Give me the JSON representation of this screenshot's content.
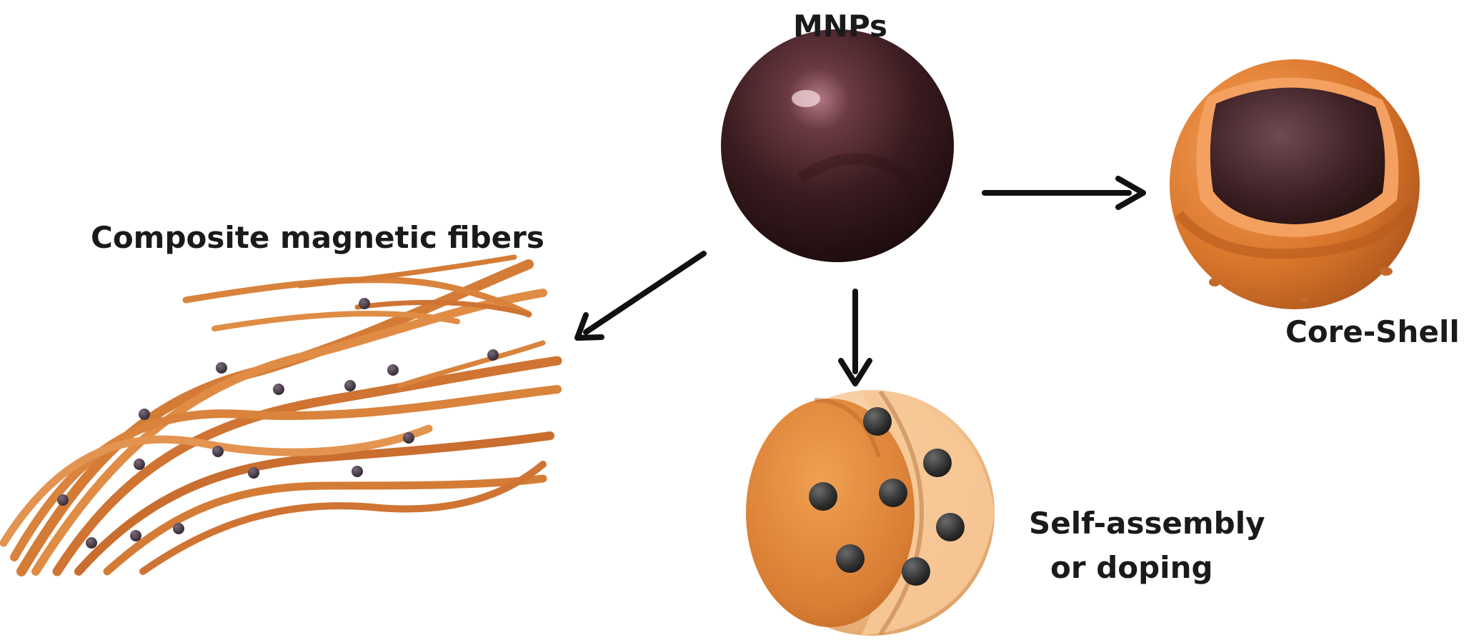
{
  "labels": {
    "center": "MNPs",
    "fibers": "Composite magnetic fibers",
    "core_shell": "Core-Shell",
    "self_assembly_line1": "Self-assembly",
    "self_assembly_line2": "or doping"
  },
  "colors": {
    "nanoparticle_dark": "#2a1416",
    "nanoparticle_highlight": "#a9707a",
    "copper_orange": "#d9853f",
    "copper_light": "#f2c08c",
    "arrow": "#111111",
    "text": "#1a1a1a"
  }
}
